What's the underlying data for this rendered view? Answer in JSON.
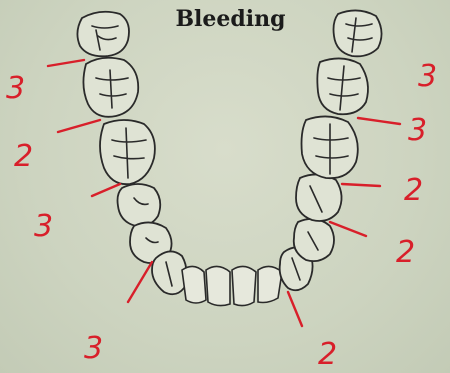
{
  "title": "Bleeding",
  "colors": {
    "ink": "#2a2a2a",
    "mark": "#d81f2a",
    "paper": "#d3d9c6"
  },
  "diagram": {
    "kind": "lower dental arch, occlusal view",
    "scores_left": [
      "3",
      "2",
      "3",
      "3"
    ],
    "scores_right": [
      "3",
      "3",
      "2",
      "2",
      "2"
    ]
  }
}
